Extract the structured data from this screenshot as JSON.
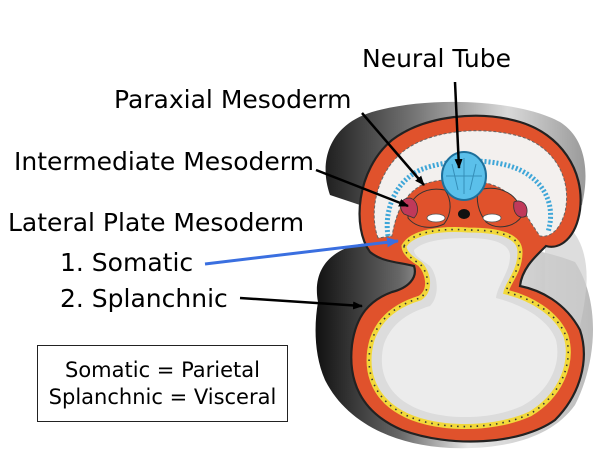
{
  "labels": {
    "neural_tube": "Neural Tube",
    "paraxial": "Paraxial Mesoderm",
    "intermediate": "Intermediate Mesoderm",
    "lateral_plate": "Lateral Plate Mesoderm",
    "somatic": "1. Somatic",
    "splanchnic": "2. Splanchnic"
  },
  "note": {
    "line1": "Somatic = Parietal",
    "line2": "Splanchnic = Visceral"
  },
  "colors": {
    "mesoderm": "#e0522c",
    "ectoderm": "#3ea6d8",
    "neural_tube": "#5bc0ea",
    "endoderm": "#f2d93a",
    "intermediate": "#c0395a",
    "somatic_arrow": "#3a6fe0",
    "shading": "#8a8a8a"
  }
}
